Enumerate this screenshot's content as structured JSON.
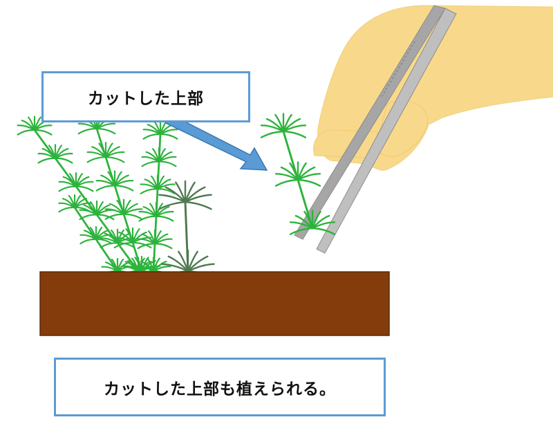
{
  "callouts": {
    "top": "カットした上部",
    "bottom": "カットした上部も植えられる。"
  },
  "colors": {
    "callout_border": "#5b9bd5",
    "arrow": "#5b9bd5",
    "soil": "#843c0c",
    "plant_light": "#2db33c",
    "plant_dark": "#4f7a50",
    "hand": "#f8d98c",
    "tweezers": "#a6a6a6"
  },
  "icons": [
    "hand-icon",
    "tweezers-icon",
    "plant-icon",
    "soil-block"
  ]
}
